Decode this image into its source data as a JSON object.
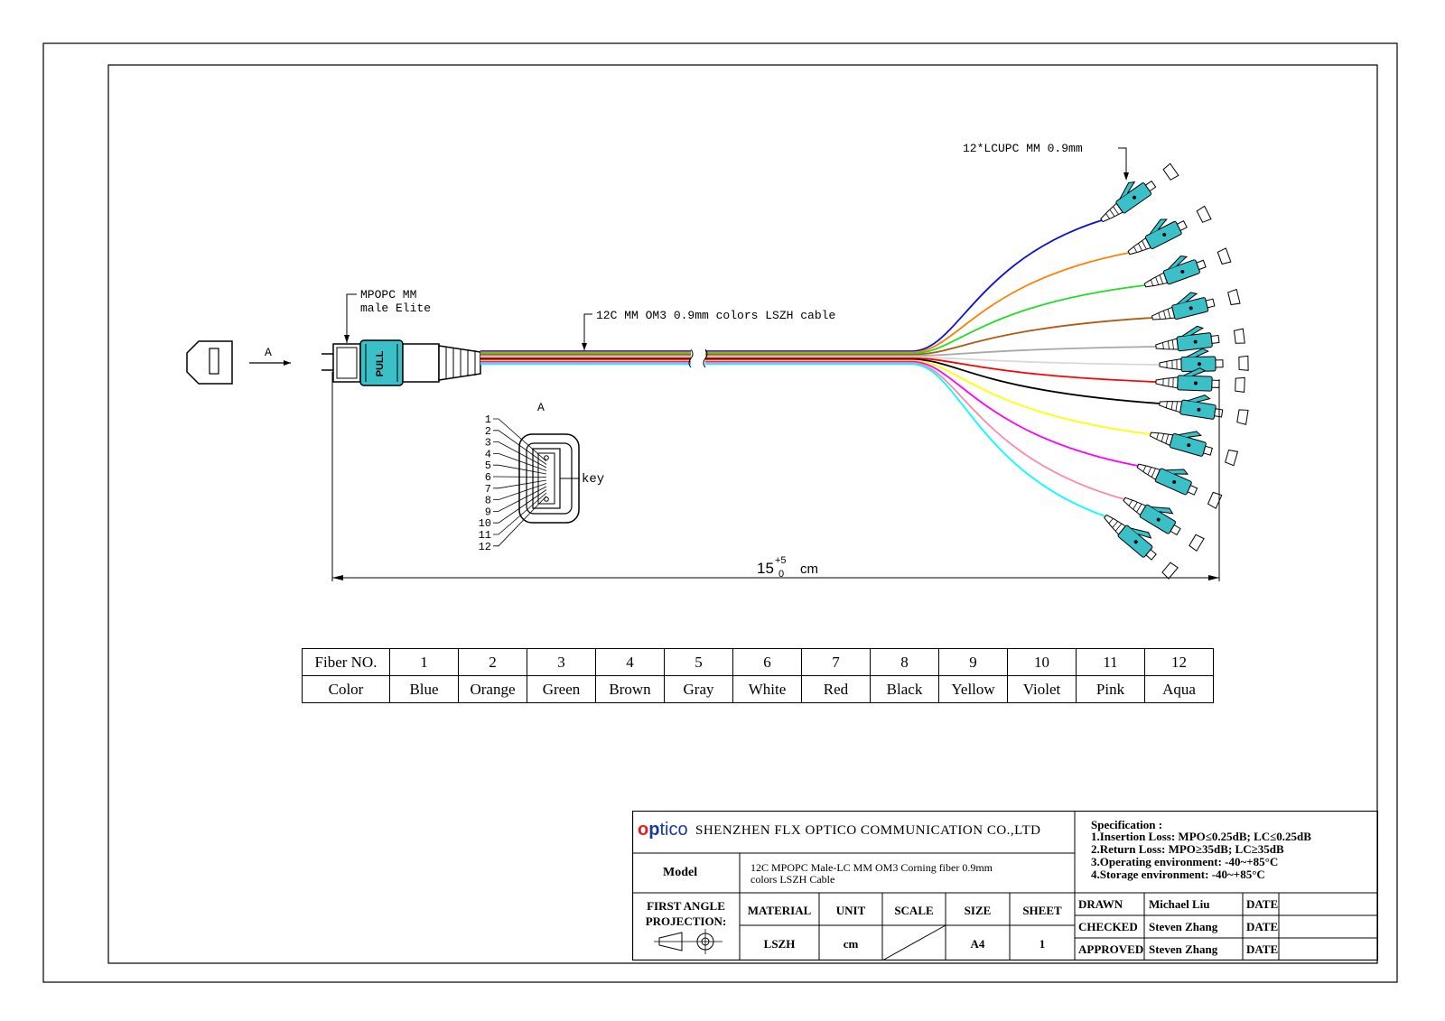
{
  "labels": {
    "mpo_connector": [
      "MPOPC MM",
      "male Elite"
    ],
    "cable": "12C MM OM3 0.9mm colors LSZH cable",
    "lc_connectors": "12*LCUPC MM 0.9mm",
    "view_arrow": "A",
    "view_title": "A",
    "key": "key",
    "pull": "PULL",
    "length_main": "15",
    "length_tol_upper": "+5",
    "length_tol_lower": "0",
    "length_unit": "cm",
    "pin_numbers": [
      "1",
      "2",
      "3",
      "4",
      "5",
      "6",
      "7",
      "8",
      "9",
      "10",
      "11",
      "12"
    ]
  },
  "fiber_table": {
    "row1_header": "Fiber NO.",
    "row2_header": "Color",
    "numbers": [
      "1",
      "2",
      "3",
      "4",
      "5",
      "6",
      "7",
      "8",
      "9",
      "10",
      "11",
      "12"
    ],
    "colors": [
      "Blue",
      "Orange",
      "Green",
      "Brown",
      "Gray",
      "White",
      "Red",
      "Black",
      "Yellow",
      "Violet",
      "Pink",
      "Aqua"
    ]
  },
  "fiber_colors_hex": [
    "#1010d0",
    "#ff8000",
    "#22dd22",
    "#b05a10",
    "#a8a8a8",
    "#d8d8d8",
    "#ff0000",
    "#000000",
    "#ffff00",
    "#ff00ff",
    "#ff88aa",
    "#00ffff"
  ],
  "connector_color": "#3cc0c8",
  "title_block": {
    "logo": {
      "o": "o",
      "p": "p",
      "rest": "tico"
    },
    "company": "SHENZHEN FLX OPTICO COMMUNICATION CO.,LTD",
    "model_label": "Model",
    "model_value_line1": "12C MPOPC Male-LC MM OM3 Corning fiber 0.9mm",
    "model_value_line2": "colors LSZH Cable",
    "projection_line1": "FIRST ANGLE",
    "projection_line2": "PROJECTION:",
    "material_label": "MATERIAL",
    "material_value": "LSZH",
    "unit_label": "UNIT",
    "unit_value": "cm",
    "scale_label": "SCALE",
    "size_label": "SIZE",
    "size_value": "A4",
    "sheet_label": "SHEET",
    "sheet_value": "1",
    "spec_title": "Specification :",
    "spec_lines": [
      "1.Insertion Loss: MPO≤0.25dB; LC≤0.25dB",
      "2.Return Loss: MPO≥35dB; LC≥35dB",
      "3.Operating environment: -40~+85°C",
      "4.Storage environment: -40~+85°C"
    ],
    "drawn_label": "DRAWN",
    "drawn_name": "Michael Liu",
    "checked_label": "CHECKED",
    "checked_name": "Steven Zhang",
    "approved_label": "APPROVED",
    "approved_name": "Steven Zhang",
    "date_label": "DATE"
  }
}
